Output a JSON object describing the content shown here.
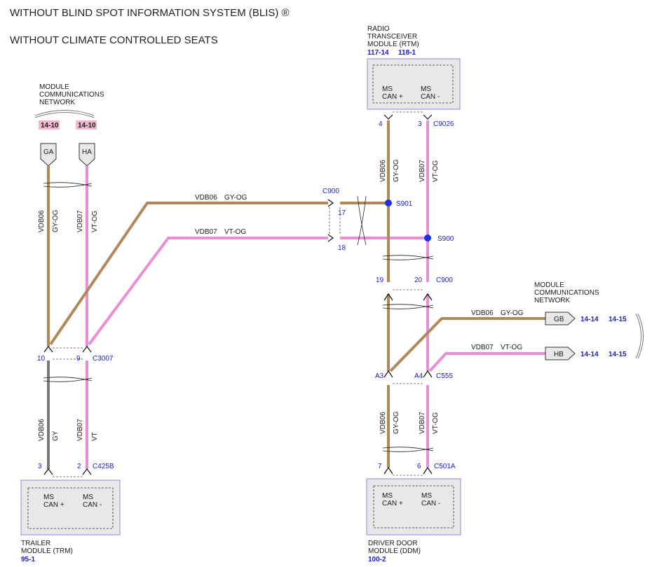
{
  "header": {
    "line1": "WITHOUT BLIND SPOT INFORMATION SYSTEM (BLIS) ®",
    "line2": "WITHOUT CLIMATE CONTROLLED SEATS"
  },
  "colors": {
    "gy_og": "#b0895a",
    "gy": "#7a7a7a",
    "vt": "#e88fd6",
    "module_border": "#8888dd",
    "module_fill": "#e8e8e8",
    "ref_highlight": "#f0b8d0",
    "splice": "#1a2ff0"
  },
  "mcn_top": {
    "label_1": "MODULE",
    "label_2": "COMMUNICATIONS",
    "label_3": "NETWORK",
    "ref_a": "14-10",
    "ref_b": "14-10",
    "conn_a": "GA",
    "conn_b": "HA"
  },
  "mcn_right": {
    "label_1": "MODULE",
    "label_2": "COMMUNICATIONS",
    "label_3": "NETWORK",
    "conn_a": "GB",
    "conn_b": "HB",
    "ref_a1": "14-14",
    "ref_a2": "14-15",
    "ref_b1": "14-14",
    "ref_b2": "14-15"
  },
  "rtm": {
    "name_1": "RADIO",
    "name_2": "TRANSCEIVER",
    "name_3": "MODULE (RTM)",
    "ref_1": "117-14",
    "ref_2": "118-1",
    "pin_plus_1": "MS",
    "pin_plus_2": "CAN +",
    "pin_minus_1": "MS",
    "pin_minus_2": "CAN -",
    "pin_a": "4",
    "pin_b": "3",
    "connector": "C9026"
  },
  "trm": {
    "name_1": "TRAILER",
    "name_2": "MODULE (TRM)",
    "ref": "95-1",
    "pin_plus_1": "MS",
    "pin_plus_2": "CAN +",
    "pin_minus_1": "MS",
    "pin_minus_2": "CAN -",
    "pin_a": "3",
    "pin_b": "2",
    "connector": "C425B"
  },
  "ddm": {
    "name_1": "DRIVER DOOR",
    "name_2": "MODULE (DDM)",
    "ref": "100-2",
    "pin_plus_1": "MS",
    "pin_plus_2": "CAN +",
    "pin_minus_1": "MS",
    "pin_minus_2": "CAN -",
    "pin_a": "7",
    "pin_b": "6",
    "connector": "C501A"
  },
  "c3007": {
    "name": "C3007",
    "pin_a": "10",
    "pin_b": "9"
  },
  "c900_left": {
    "name": "C900",
    "pin_a": "17",
    "pin_b": "18"
  },
  "c900_lower": {
    "name": "C900",
    "pin_a": "19",
    "pin_b": "20"
  },
  "c555": {
    "name": "C555",
    "pin_a": "A3",
    "pin_b": "A4"
  },
  "splices": {
    "s901": "S901",
    "s900": "S900"
  },
  "wires": {
    "vdb06": "VDB06",
    "vdb07": "VDB07",
    "gy_og": "GY-OG",
    "vt_og": "VT-OG",
    "gy": "GY",
    "vt": "VT"
  }
}
